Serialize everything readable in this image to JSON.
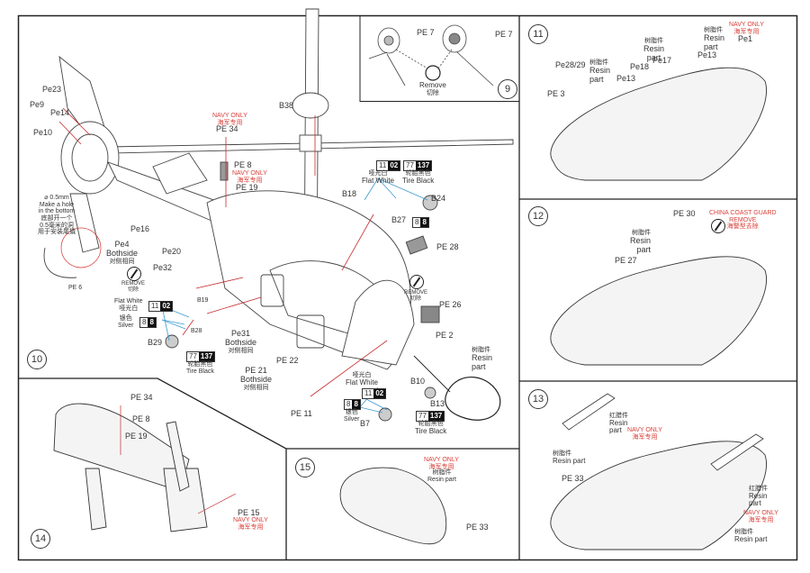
{
  "steps": {
    "s9": {
      "number": "9",
      "labels": {
        "pe7_left": "PE 7",
        "pe7_right": "PE 7",
        "remove_en": "Remove",
        "remove_zh": "切除"
      }
    },
    "s10": {
      "number": "10",
      "labels": {
        "b38": "B38",
        "navy1_en": "NAVY ONLY",
        "navy1_zh": "海军专用",
        "pe34": "PE 34",
        "pe8": "PE 8",
        "navy2_en": "NAVY ONLY",
        "navy2_zh": "海军专用",
        "pe19": "PE 19",
        "pe23": "Pe23",
        "pe9": "Pe9",
        "pe14": "Pe14",
        "pe10": "Pe10",
        "hole_size": "0.5mm",
        "hole_en_1": "Make a hole",
        "hole_en_2": "in the bottom",
        "hole_zh_1": "底部开一个",
        "hole_zh_2": "0.5毫米的洞",
        "hole_zh_3": "用于安装尾撬",
        "pe16": "Pe16",
        "pe4": "Pe4",
        "pe4_both": "Bothside",
        "pe4_zh": "对侧相同",
        "pe20": "Pe20",
        "pe32": "Pe32",
        "pe6": "PE 6",
        "remove1_en": "REMOVE",
        "remove1_zh": "切除",
        "fw1_en": "Flat White",
        "fw1_zh": "哑光白",
        "paint_fw1_a": "11",
        "paint_fw1_b": "02",
        "silver1_zh": "银色",
        "silver1_en": "Silver",
        "paint_s1_a": "8",
        "paint_s1_b": "8",
        "b19": "B19",
        "b28": "B28",
        "b29": "B29",
        "paint_tb1_a": "77",
        "paint_tb1_b": "137",
        "tb1_zh": "轮胎黑色",
        "tb1_en": "Tire Black",
        "pe31": "Pe31",
        "pe31_both": "Bothside",
        "pe31_zh": "对侧相同",
        "pe21": "PE 21",
        "pe21_both": "Bothside",
        "pe21_zh": "对侧相同",
        "pe22": "PE 22",
        "pe11": "PE 11",
        "b18": "B18",
        "paint_fw2_a": "11",
        "paint_fw2_b": "02",
        "fw2_zh": "哑光白",
        "fw2_en": "Flat White",
        "paint_tb2_a": "77",
        "paint_tb2_b": "137",
        "tb2_zh": "轮胎黑色",
        "tb2_en": "Tire Black",
        "b24": "B24",
        "b27": "B27",
        "paint_s2_a": "8",
        "paint_s2_b": "8",
        "pe28": "PE 28",
        "remove2_en": "REMOVE",
        "remove2_zh": "切除",
        "pe26": "PE 26",
        "pe2": "PE 2",
        "resin_zh": "树脂件",
        "resin_en_1": "Resin",
        "resin_en_2": "part",
        "fw3_zh": "哑光白",
        "fw3_en": "Flat White",
        "paint_fw3_a": "11",
        "paint_fw3_b": "02",
        "paint_s3_a": "8",
        "paint_s3_b": "8",
        "silver3_zh": "银色",
        "silver3_en": "Silver",
        "b10": "B10",
        "b13": "B13",
        "b7": "B7",
        "paint_tb3_a": "77",
        "paint_tb3_b": "137",
        "tb3_zh": "轮胎黑色",
        "tb3_en": "Tire Black"
      }
    },
    "s11": {
      "number": "11",
      "labels": {
        "pe2829": "Pe28/29",
        "pe3": "PE 3",
        "resin1_zh": "树脂件",
        "resin1_en_1": "Resin",
        "resin1_en_2": "part",
        "pe13a": "Pe13",
        "pe18": "Pe18",
        "pe17": "Pe17",
        "resin2_zh": "树脂件",
        "resin2_en_1": "Resin",
        "resin2_en_2": "part",
        "resin3_zh": "树脂件",
        "resin3_en_1": "Resin",
        "resin3_en_2": "part",
        "pe13b": "Pe13",
        "navy_en": "NAVY ONLY",
        "navy_zh": "海军专用",
        "pe1": "Pe1"
      }
    },
    "s12": {
      "number": "12",
      "labels": {
        "pe30": "PE 30",
        "ccg_1": "CHINA COAST GUARD",
        "ccg_2": "REMOVE",
        "ccg_zh": "海警型去除",
        "resin_zh": "树脂件",
        "resin_en_1": "Resin",
        "resin_en_2": "part",
        "pe27": "PE 27"
      }
    },
    "s13": {
      "number": "13",
      "labels": {
        "resin1_zh": "红腊件",
        "resin1_en_1": "Resin",
        "resin1_en_2": "part",
        "navy1_en": "NAVY ONLY",
        "navy1_zh": "海军专用",
        "resin2_zh": "树脂件",
        "resin2_en": "Resin part",
        "pe33": "PE 33",
        "resin3_zh": "红腊件",
        "resin3_en_1": "Resin",
        "resin3_en_2": "part",
        "navy2_en": "NAVY ONLY",
        "navy2_zh": "海军专用",
        "resin4_zh": "树脂件",
        "resin4_en": "Resin part"
      }
    },
    "s14": {
      "number": "14",
      "labels": {
        "pe34": "PE 34",
        "pe8": "PE 8",
        "pe19": "PE 19",
        "pe15": "PE 15",
        "navy_en": "NAVY ONLY",
        "navy_zh": "海军专用"
      }
    },
    "s15": {
      "number": "15",
      "labels": {
        "navy_en": "NAVY ONLY",
        "navy_zh": "海军专用",
        "resin_zh": "树脂件",
        "resin_en": "Resin part",
        "pe33": "PE 33"
      }
    }
  }
}
